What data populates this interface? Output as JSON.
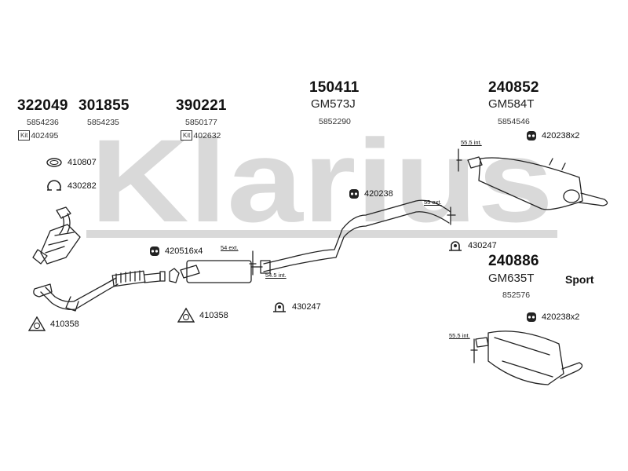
{
  "watermark": "Klarius",
  "parts": [
    {
      "part_number": "322049",
      "oem": "5854236",
      "kit_label": "Kit",
      "kit": "402495"
    },
    {
      "part_number": "301855",
      "oem": "5854235"
    },
    {
      "part_number": "390221",
      "oem": "5850177",
      "kit_label": "Kit",
      "kit": "402632"
    },
    {
      "part_number": "150411",
      "gm": "GM573J",
      "oem": "5852290"
    },
    {
      "part_number": "240852",
      "gm": "GM584T",
      "oem": "5854546"
    },
    {
      "part_number": "240886",
      "gm": "GM635T",
      "oem": "852576",
      "variant": "Sport"
    }
  ],
  "accessories": [
    {
      "code": "410807",
      "icon": "ring-gasket-icon"
    },
    {
      "code": "430282",
      "icon": "clamp-icon"
    },
    {
      "code": "420238",
      "icon": "rubber-hanger-icon"
    },
    {
      "code": "420238x2",
      "icon": "rubber-hanger-icon"
    },
    {
      "code": "420516x4",
      "icon": "rubber-hanger-icon"
    },
    {
      "code": "430247",
      "icon": "bracket-mount-icon"
    },
    {
      "code": "430247",
      "icon": "bracket-mount-icon"
    },
    {
      "code": "410358",
      "icon": "flange-gasket-icon"
    },
    {
      "code": "410358",
      "icon": "flange-gasket-icon"
    },
    {
      "code": "420238x2",
      "icon": "rubber-hanger-icon"
    }
  ],
  "dimensions": [
    {
      "label": "55.5 int."
    },
    {
      "label": "55 ext."
    },
    {
      "label": "54 ext."
    },
    {
      "label": "54.5 int."
    },
    {
      "label": "55.5 int."
    }
  ]
}
